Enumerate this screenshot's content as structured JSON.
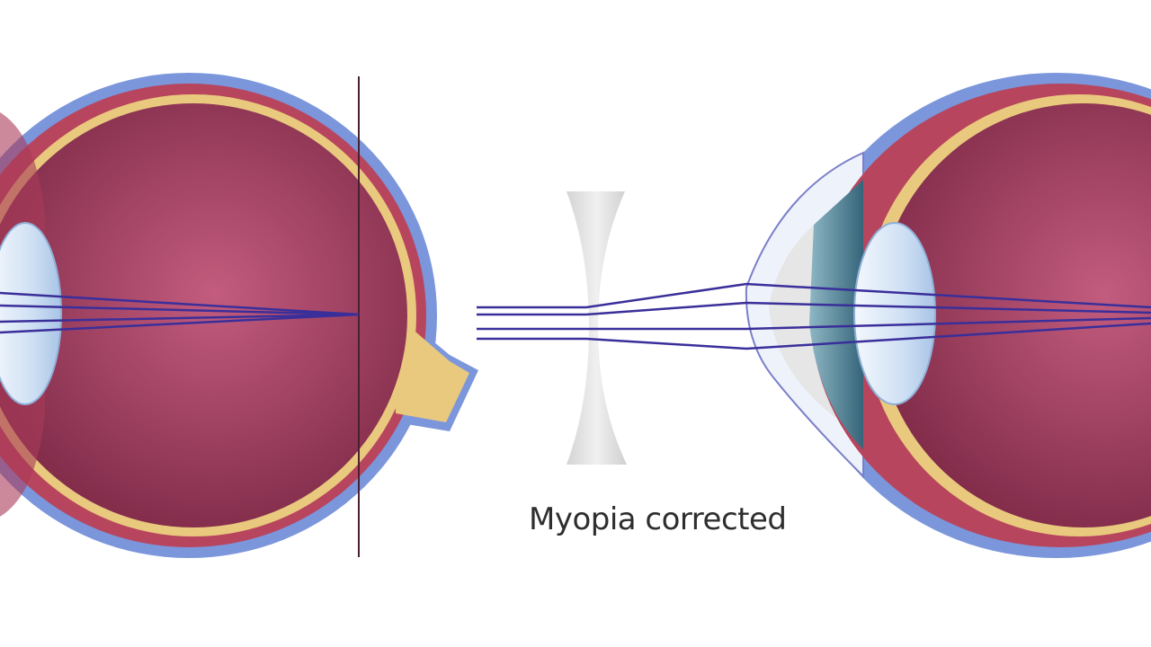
{
  "caption": "Myopia corrected",
  "colors": {
    "sclera": "#7b96db",
    "choroid": "#b8455e",
    "retina": "#e9c97e",
    "vitreous": "#9a3558",
    "lens": "#dce9f7",
    "ray": "#3a2f9a",
    "concave_lens": "#e2e2e2",
    "iris": "#4f8a9c"
  },
  "icons": [
    "left-eye-illustration",
    "concave-lens-illustration",
    "right-eye-illustration"
  ]
}
